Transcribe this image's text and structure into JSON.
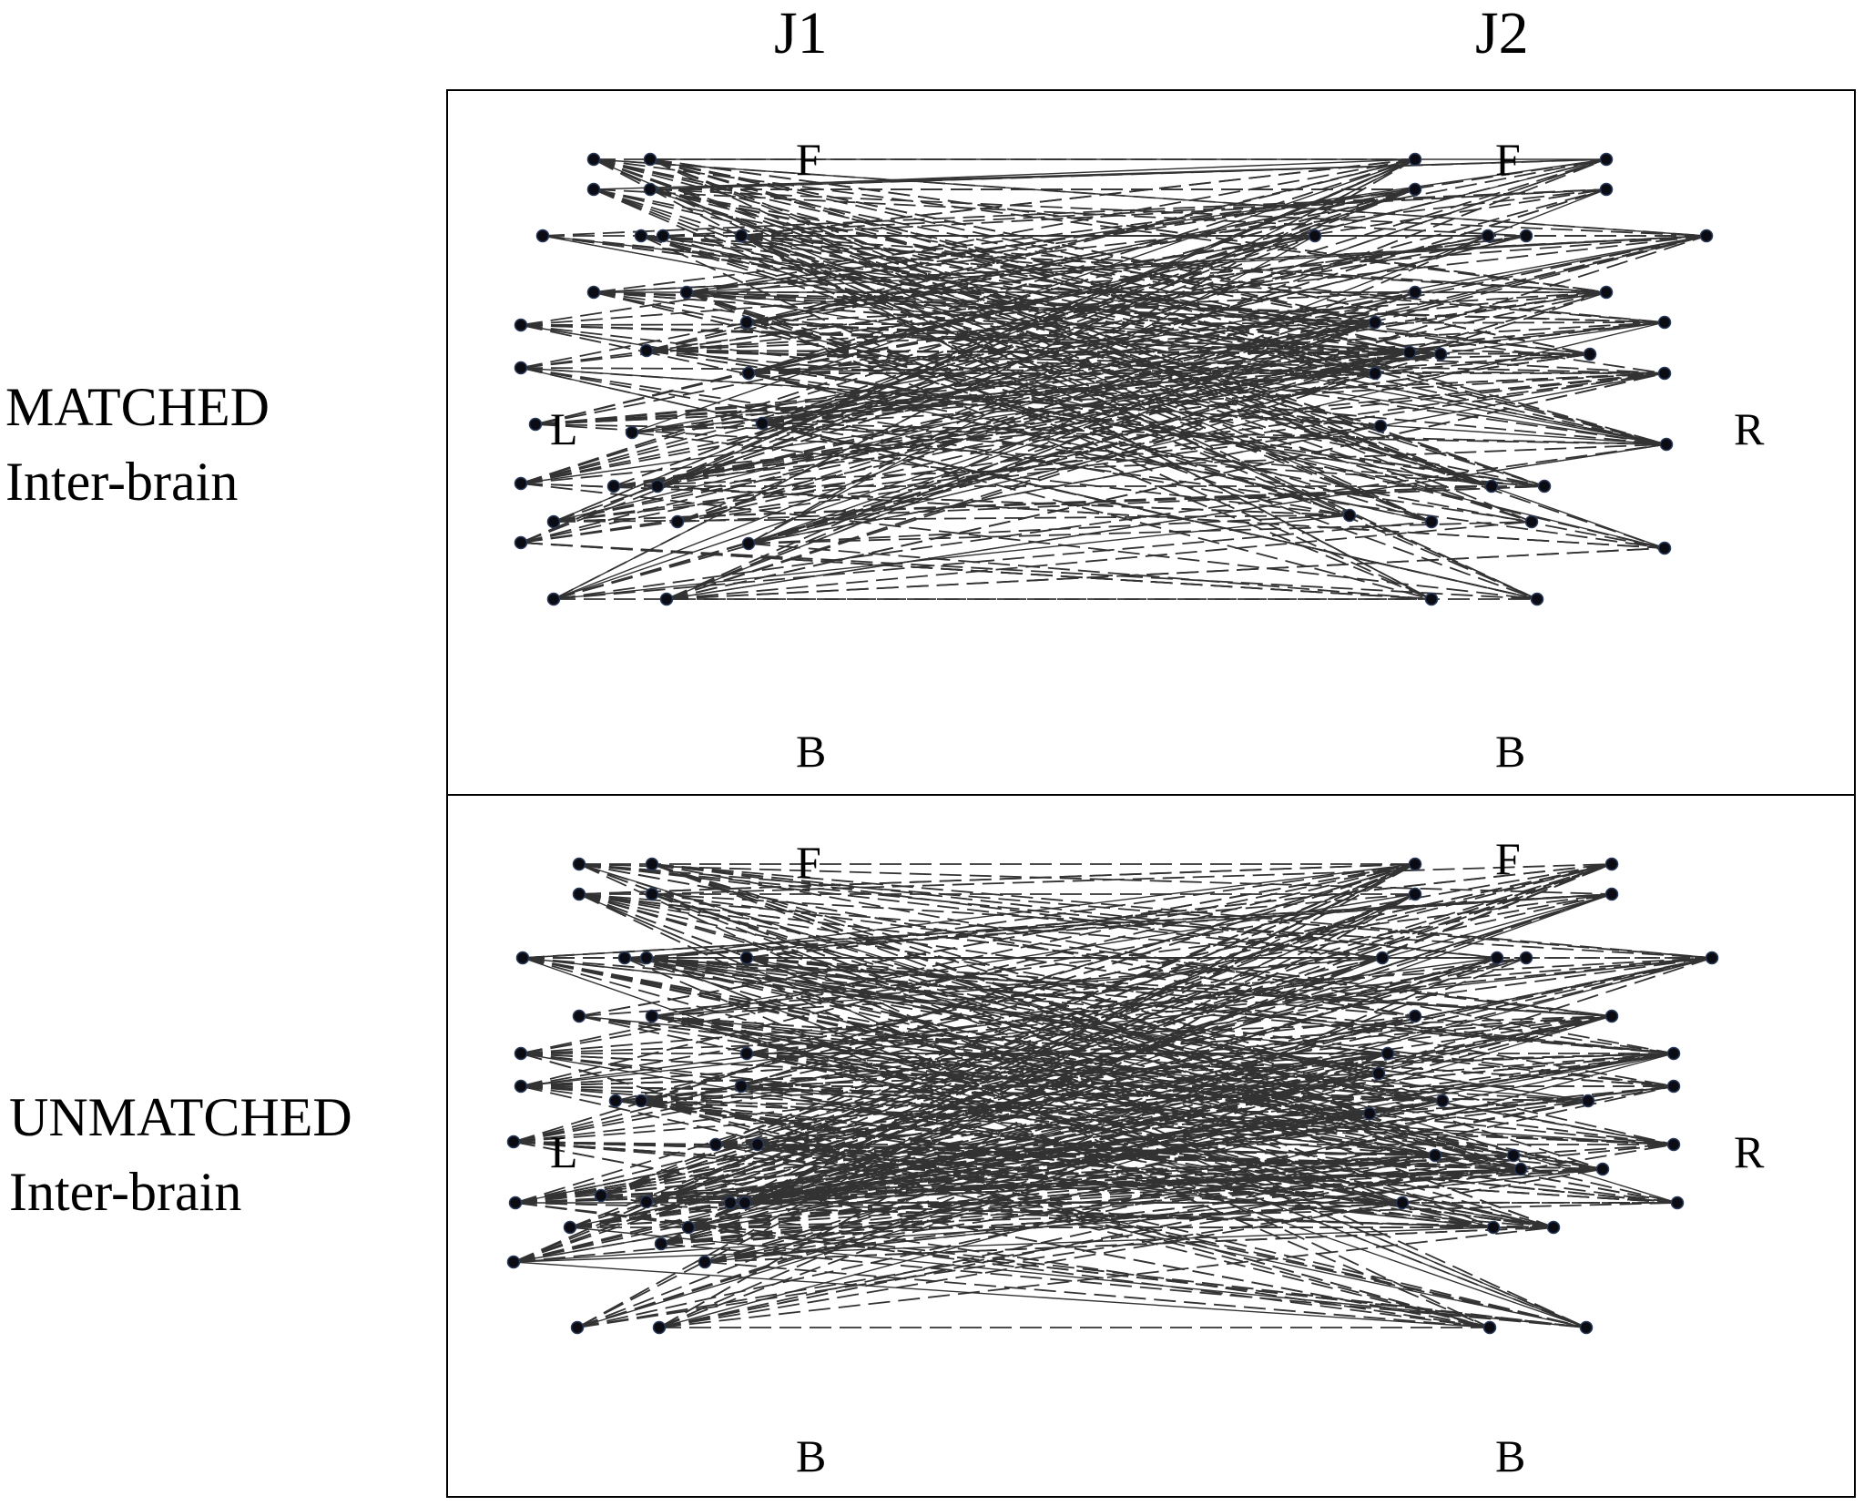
{
  "columns": {
    "j1": "J1",
    "j2": "J2"
  },
  "rows": {
    "matched": {
      "line1": "MATCHED",
      "line2": "Inter-brain"
    },
    "unmatched": {
      "line1": "UNMATCHED",
      "line2": "Inter-brain"
    }
  },
  "orientation": {
    "front": "F",
    "back": "B",
    "left": "L",
    "right": "R"
  },
  "colors": {
    "node": "#0b0b14",
    "edge": "#333333"
  }
}
